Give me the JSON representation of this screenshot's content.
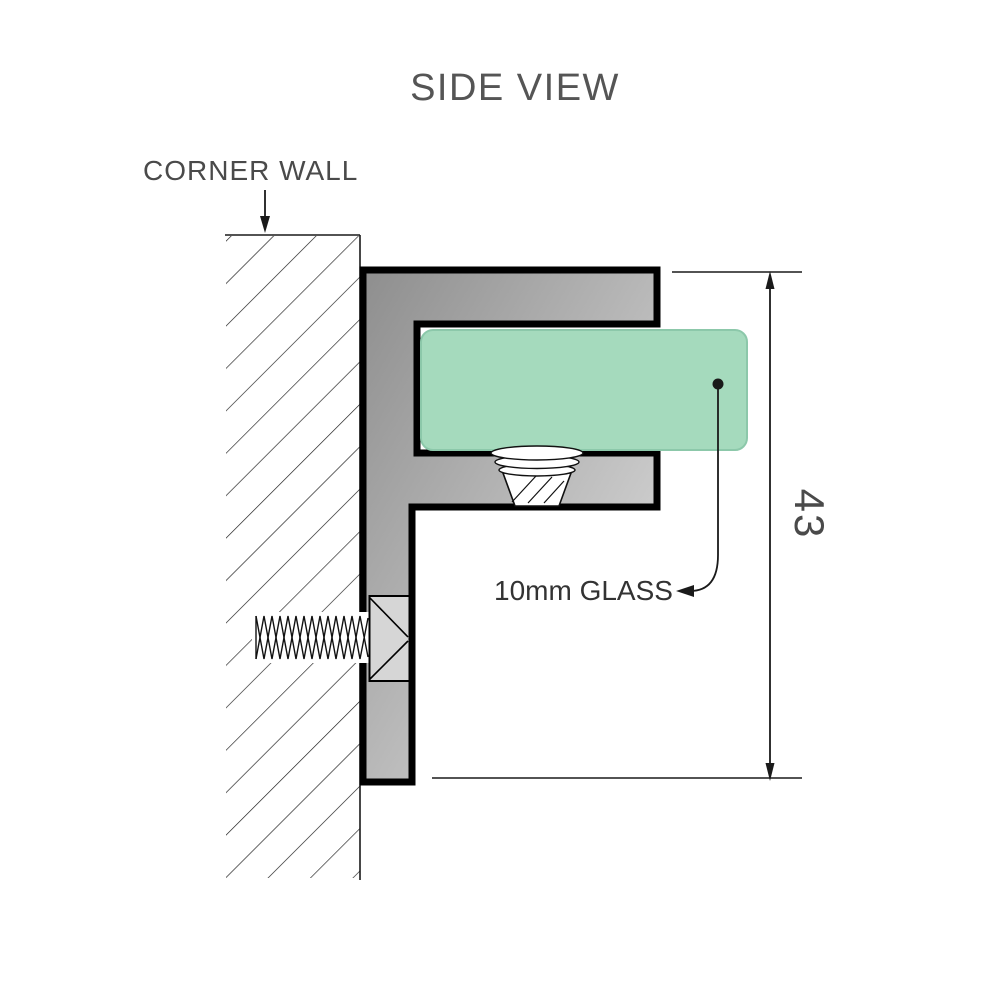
{
  "title": "SIDE VIEW",
  "labels": {
    "corner_wall": "CORNER WALL",
    "glass": "10mm GLASS",
    "dimension": "43"
  },
  "colors": {
    "background": "#ffffff",
    "line": "#1a1a1a",
    "outline": "#000000",
    "text": "#4a4a4a",
    "glass_label_text": "#333333",
    "glass_fill": "#a5dabd",
    "glass_stroke": "#8cc8aa",
    "bracket_dark": "#8e8e8e",
    "bracket_light": "#e2e2e2",
    "screw_head_fill": "#d6d6d6"
  }
}
